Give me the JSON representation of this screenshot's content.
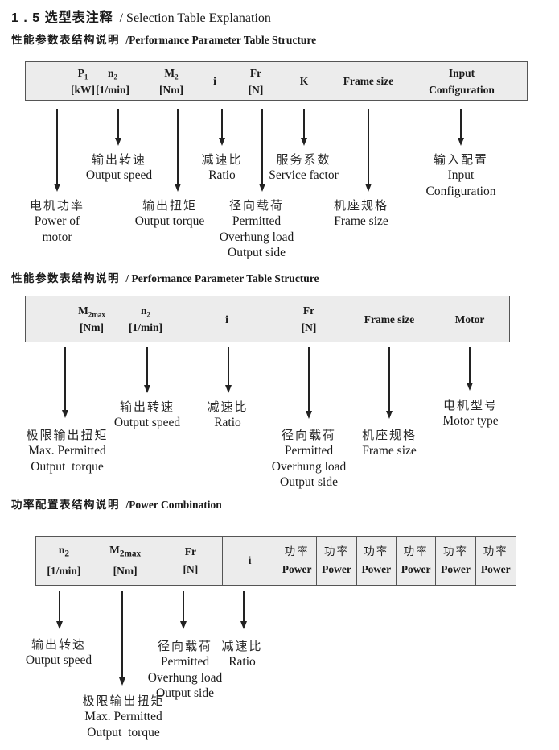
{
  "title": {
    "cn": "1 . 5 选型表注释",
    "en": "/  Selection Table Explanation"
  },
  "s1": {
    "heading": {
      "cn": "性能参数表结构说明",
      "en": "/Performance Parameter Table Structure"
    },
    "table": {
      "p1": {
        "base": "P",
        "sub": "1",
        "unit": "[kW]"
      },
      "n2": {
        "base": "n",
        "sub": "2",
        "unit": "[1/min]"
      },
      "m2": {
        "base": "M",
        "sub": "2",
        "unit": "[Nm]"
      },
      "i": "i",
      "fr": {
        "base": "Fr",
        "unit": "[N]"
      },
      "k": "K",
      "frame": "Frame size",
      "input": [
        "Input",
        "Configuration"
      ]
    },
    "labels": {
      "output_speed": [
        "输出转速",
        "Output speed"
      ],
      "ratio": [
        "减速比",
        "Ratio"
      ],
      "service_factor": [
        "服务系数",
        "Service factor"
      ],
      "input_config": [
        "输入配置",
        "Input",
        "Configuration"
      ],
      "motor_power": [
        "电机功率",
        "Power of",
        "motor"
      ],
      "output_torque": [
        "输出扭矩",
        "Output torque"
      ],
      "overhung_load": [
        "径向载荷",
        "Permitted",
        "Overhung load",
        "Output side"
      ],
      "frame_size": [
        "机座规格",
        "Frame size"
      ]
    }
  },
  "s2": {
    "heading": {
      "cn": "性能参数表结构说明",
      "en": "/ Performance Parameter Table Structure"
    },
    "table": {
      "m2max": {
        "base": "M",
        "sub": "2max",
        "unit": "[Nm]"
      },
      "n2": {
        "base": "n",
        "sub": "2",
        "unit": "[1/min]"
      },
      "i": "i",
      "fr": {
        "base": "Fr",
        "unit": "[N]"
      },
      "frame": "Frame size",
      "motor": "Motor"
    },
    "labels": {
      "max_torque": [
        "极限输出扭矩",
        "Max. Permitted",
        "Output  torque"
      ],
      "output_speed": [
        "输出转速",
        "Output speed"
      ],
      "ratio": [
        "减速比",
        "Ratio"
      ],
      "overhung_load": [
        "径向载荷",
        "Permitted",
        "Overhung load",
        "Output side"
      ],
      "frame_size": [
        "机座规格",
        "Frame size"
      ],
      "motor_type": [
        "电机型号",
        "Motor type"
      ]
    }
  },
  "s3": {
    "heading": {
      "cn": "功率配置表结构说明",
      "en": "/Power Combination"
    },
    "table": {
      "n2": {
        "base": "n",
        "sub": "2",
        "unit": "[1/min]"
      },
      "m2max": {
        "base": "M",
        "sub": "2max",
        "unit": "[Nm]"
      },
      "fr": {
        "base": "Fr",
        "unit": "[N]"
      },
      "i": "i",
      "power": [
        "功率",
        "Power"
      ]
    },
    "labels": {
      "output_speed": [
        "输出转速",
        "Output speed"
      ],
      "max_torque": [
        "极限输出扭矩",
        "Max. Permitted",
        "Output  torque"
      ],
      "overhung_load": [
        "径向载荷",
        "Permitted",
        "Overhung load",
        "Output side"
      ],
      "ratio": [
        "减速比",
        "Ratio"
      ]
    }
  },
  "colors": {
    "table_bg": "#ececec",
    "table_border": "#555555",
    "arrow": "#222222",
    "text": "#1a1a1a"
  }
}
